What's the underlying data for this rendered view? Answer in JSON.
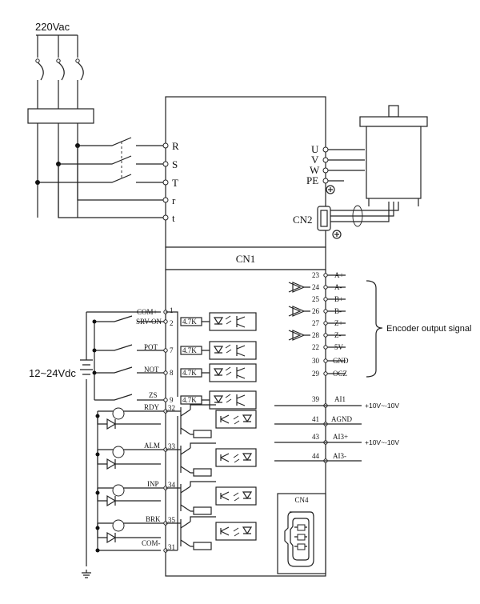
{
  "supply": {
    "ac_label": "220Vac",
    "dc_label": "12~24Vdc"
  },
  "power_terminals": [
    "R",
    "S",
    "T",
    "r",
    "t"
  ],
  "motor_terminals": [
    "U",
    "V",
    "W",
    "PE"
  ],
  "connectors": {
    "cn1": "CN1",
    "cn2": "CN2",
    "cn4": "CN4"
  },
  "input_pins": [
    {
      "name": "COM+",
      "pin": "1"
    },
    {
      "name": "SRV-ON",
      "pin": "2"
    },
    {
      "name": "POT",
      "pin": "7"
    },
    {
      "name": "NOT",
      "pin": "8"
    },
    {
      "name": "ZS",
      "pin": "9"
    }
  ],
  "resistor_label": "4.7K",
  "output_pins": [
    {
      "name": "RDY",
      "pin": "32"
    },
    {
      "name": "ALM",
      "pin": "33"
    },
    {
      "name": "INP",
      "pin": "34"
    },
    {
      "name": "BRK",
      "pin": "35"
    },
    {
      "name": "COM-",
      "pin": "31"
    }
  ],
  "encoder_pins": [
    {
      "pin": "23",
      "name": "A+"
    },
    {
      "pin": "24",
      "name": "A-"
    },
    {
      "pin": "25",
      "name": "B+"
    },
    {
      "pin": "26",
      "name": "B-"
    },
    {
      "pin": "27",
      "name": "Z+"
    },
    {
      "pin": "28",
      "name": "Z-"
    },
    {
      "pin": "22",
      "name": "5V"
    },
    {
      "pin": "30",
      "name": "GND"
    },
    {
      "pin": "29",
      "name": "OCZ"
    }
  ],
  "encoder_label": "Encoder output signal",
  "analog_pins": [
    {
      "pin": "39",
      "name": "AI1"
    },
    {
      "pin": "41",
      "name": "AGND"
    },
    {
      "pin": "43",
      "name": "AI3+"
    },
    {
      "pin": "44",
      "name": "AI3-"
    }
  ],
  "analog_ranges": [
    "+10V~-10V",
    "+10V~-10V"
  ]
}
